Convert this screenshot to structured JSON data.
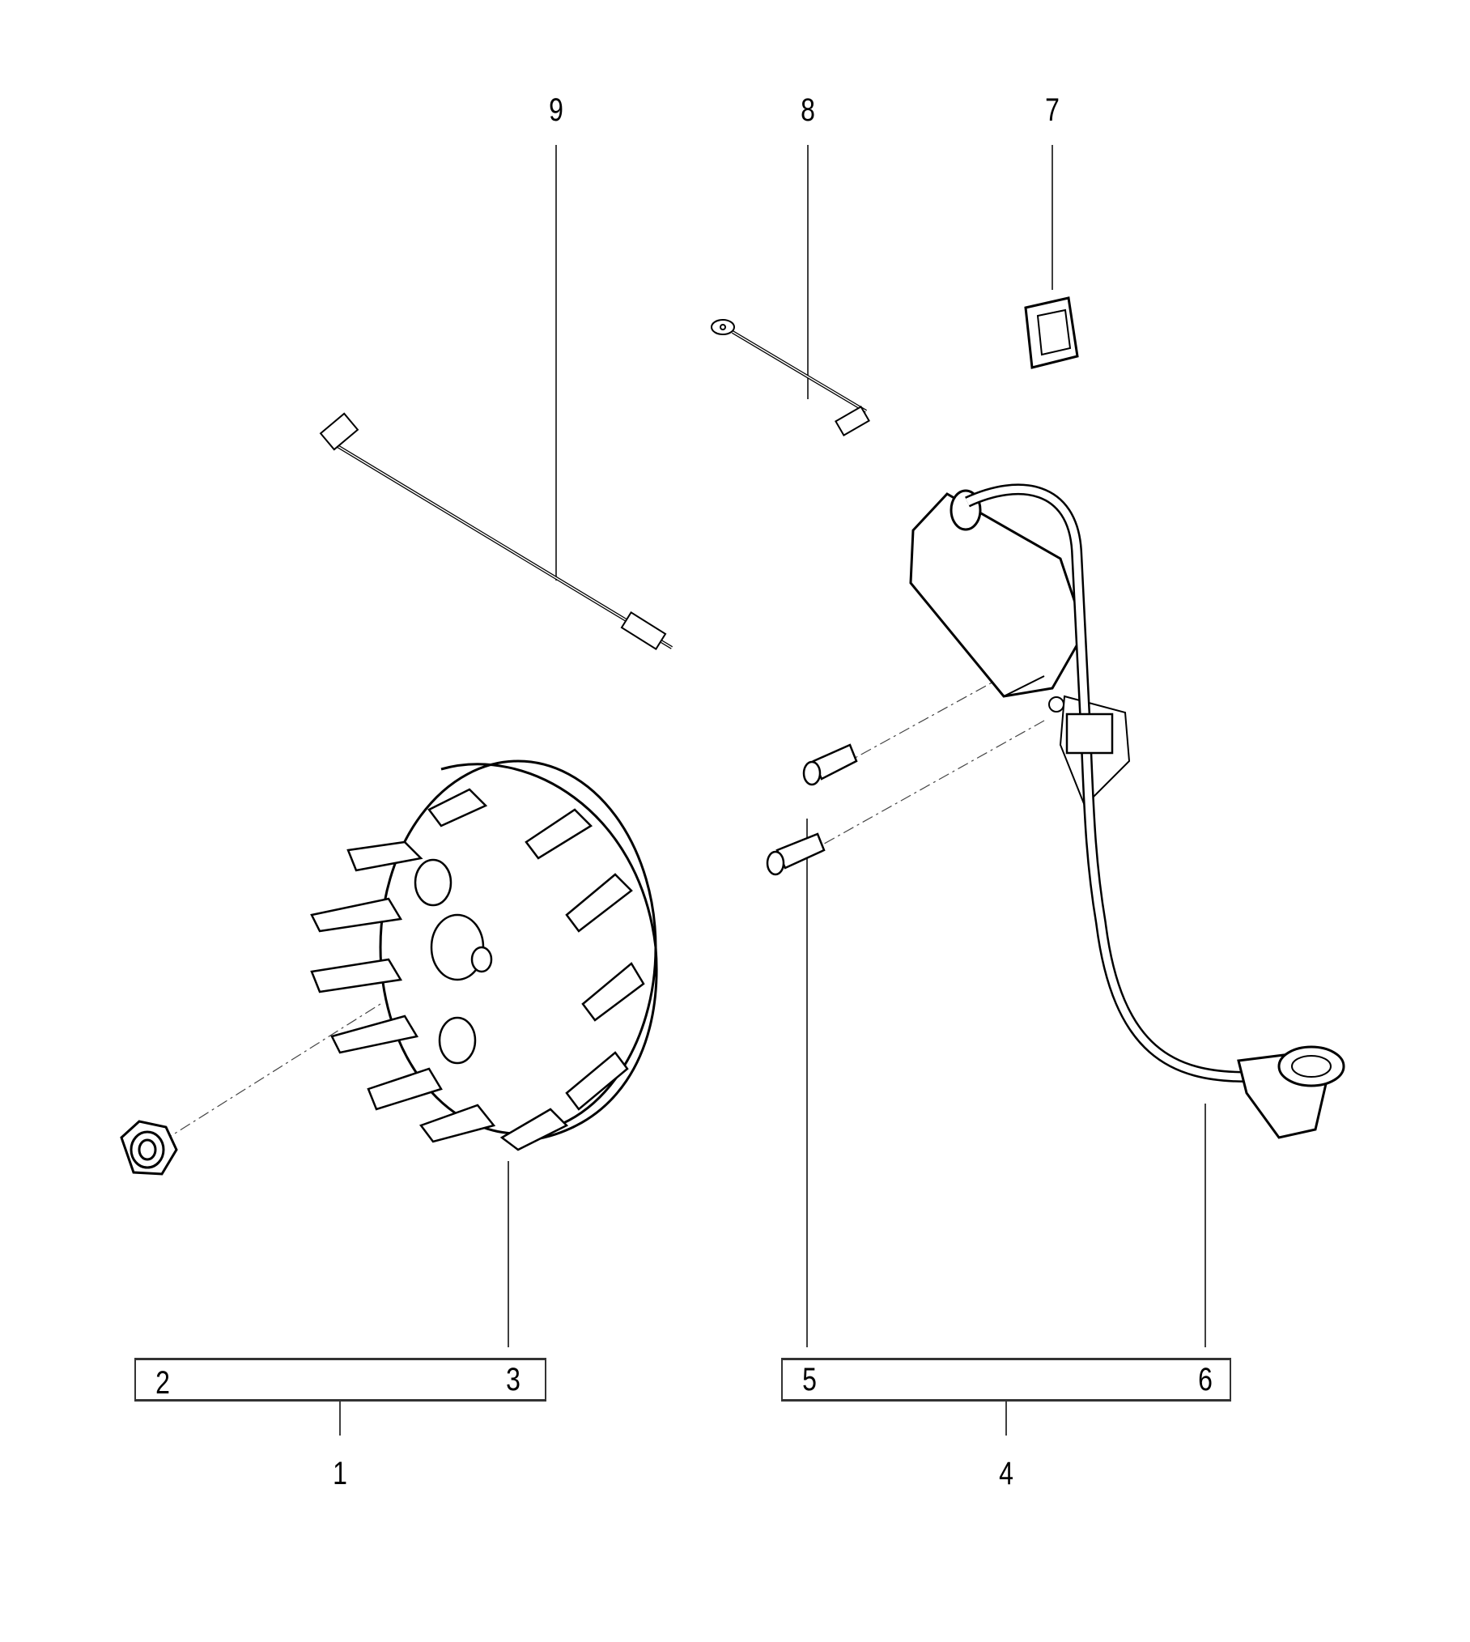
{
  "diagram": {
    "callouts_top": [
      "9",
      "8",
      "7"
    ],
    "group_left": {
      "parent": "1",
      "children": [
        "2",
        "3"
      ]
    },
    "group_right": {
      "parent": "4",
      "children": [
        "5",
        "6"
      ]
    }
  },
  "colors": {
    "line": "#000000",
    "dash": "#444444",
    "background": "#ffffff"
  }
}
